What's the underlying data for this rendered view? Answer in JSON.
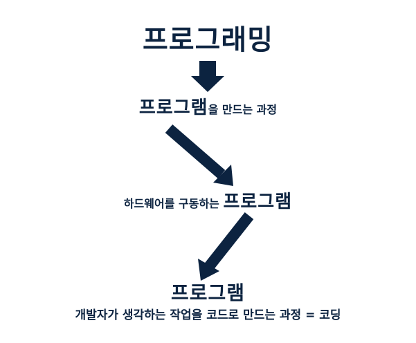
{
  "title": "프로그래밍",
  "step1": {
    "term": "프로그램",
    "rest": "을 만드는 과정"
  },
  "step2": {
    "lead": "하드웨어를 구동하는",
    "term": "프로그램"
  },
  "step3": {
    "term": "프로그램",
    "definition": "개발자가 생각하는 작업을 코드로 만드는 과정 = 코딩"
  },
  "colors": {
    "text": "#0c2340",
    "arrow": "#0c2340"
  }
}
